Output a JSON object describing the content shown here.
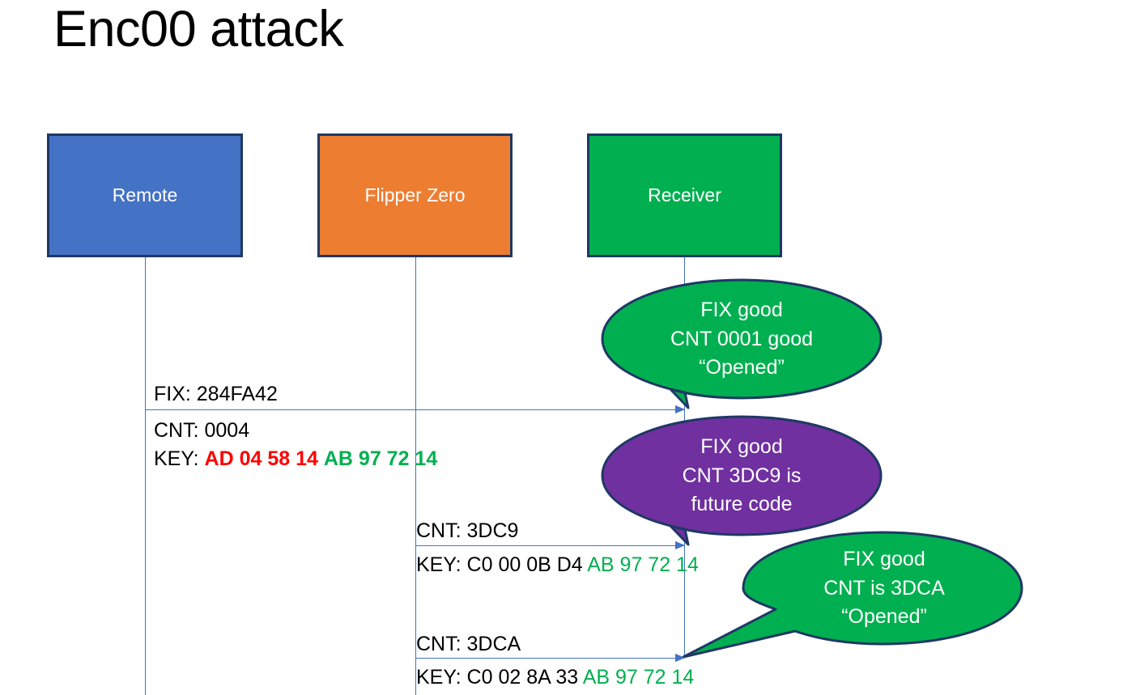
{
  "slide": {
    "title": "Enc00 attack",
    "background": "#FFFFFF"
  },
  "colors": {
    "remote": "#4472C4",
    "flipper": "#ED7D31",
    "receiver": "#00B050",
    "bubble_green": "#00B050",
    "bubble_purple": "#7030A0",
    "box_outline": "#1F3864",
    "lifeline": "#4472C4",
    "key_red": "#FF0000",
    "key_green": "#00B050",
    "text_black": "#000000",
    "text_white": "#FFFFFF"
  },
  "actors": [
    {
      "id": "remote",
      "label": "Remote",
      "fill": "#4472C4"
    },
    {
      "id": "flipper",
      "label": "Flipper Zero",
      "fill": "#ED7D31"
    },
    {
      "id": "receiver",
      "label": "Receiver",
      "fill": "#00B050"
    }
  ],
  "messages": [
    {
      "id": "msg-1",
      "from": "remote",
      "to": "receiver",
      "above_label": "FIX: 284FA42",
      "below_line_1_label": "CNT: 0004",
      "below_line_2_prefix": "KEY: ",
      "below_line_2_red": "AD 04 58 14",
      "below_line_2_green": "AB 97 72 14"
    },
    {
      "id": "msg-2",
      "from": "flipper",
      "to": "receiver",
      "above_label": "CNT: 3DC9",
      "below_prefix": "KEY: C0 00 0B D4 ",
      "below_green": "AB 97 72 14"
    },
    {
      "id": "msg-3",
      "from": "flipper",
      "to": "receiver",
      "above_label": "CNT: 3DCA",
      "below_prefix": "KEY: C0 02 8A 33 ",
      "below_green": "AB 97 72 14"
    }
  ],
  "bubbles": [
    {
      "id": "bubble-1",
      "fill": "#00B050",
      "line1": "FIX good",
      "line2": "CNT 0001 good",
      "line3": "“Opened”"
    },
    {
      "id": "bubble-2",
      "fill": "#7030A0",
      "line1": "FIX good",
      "line2": "CNT 3DC9 is",
      "line3": "future code"
    },
    {
      "id": "bubble-3",
      "fill": "#00B050",
      "line1": "FIX good",
      "line2": "CNT is 3DCA",
      "line3": "“Opened”"
    }
  ]
}
